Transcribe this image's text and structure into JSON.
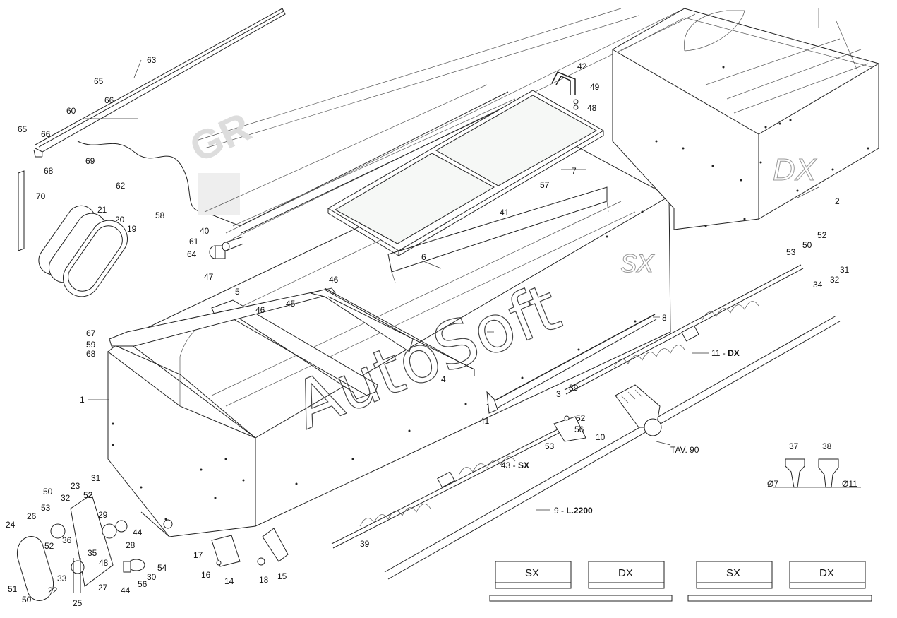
{
  "watermark": {
    "brand": "AutoSoft",
    "suffix": "sx",
    "hopper_mark": "DX",
    "cover_logo": "GR"
  },
  "callouts": {
    "n1": "1",
    "n2": "2",
    "n3": "3",
    "n4": "4",
    "n5": "5",
    "n6": "6",
    "n7": "7",
    "n8": "8",
    "n9_num": "9 - ",
    "n9_len": "L.2200",
    "n10": "10",
    "n11_num": "11 - ",
    "n11_side": "DX",
    "n14": "14",
    "n15": "15",
    "n16": "16",
    "n17": "17",
    "n18": "18",
    "n19": "19",
    "n20": "20",
    "n21": "21",
    "n22": "22",
    "n23": "23",
    "n24": "24",
    "n25": "25",
    "n26": "26",
    "n27": "27",
    "n28": "28",
    "n29": "29",
    "n30": "30",
    "n31a": "31",
    "n31b": "31",
    "n32a": "32",
    "n32b": "32",
    "n33": "33",
    "n34": "34",
    "n35": "35",
    "n36": "36",
    "n37": "37",
    "n38": "38",
    "n39a": "39",
    "n39b": "39",
    "n40": "40",
    "n41a": "41",
    "n41b": "41",
    "n42": "42",
    "n43_num": "43 - ",
    "n43_side": "SX",
    "n44a": "44",
    "n44b": "44",
    "n45": "45",
    "n46a": "46",
    "n46b": "46",
    "n47": "47",
    "n48a": "48",
    "n48b": "48",
    "n49": "49",
    "n50a": "50",
    "n50b": "50",
    "n50c": "50",
    "n51": "51",
    "n52a": "52",
    "n52b": "52",
    "n52c": "52",
    "n52d": "52",
    "n53a": "53",
    "n53b": "53",
    "n53c": "53",
    "n54": "54",
    "n56a": "56",
    "n56b": "56",
    "n57": "57",
    "n58": "58",
    "n59": "59",
    "n60": "60",
    "n61": "61",
    "n62": "62",
    "n63": "63",
    "n64": "64",
    "n65a": "65",
    "n65b": "65",
    "n66a": "66",
    "n66b": "66",
    "n67": "67",
    "n68a": "68",
    "n68b": "68",
    "n69": "69",
    "n70": "70",
    "tav90": "TAV. 90",
    "dia7": "Ø7",
    "dia11": "Ø11"
  },
  "legend": {
    "sx1": "SX",
    "dx1": "DX",
    "sx2": "SX",
    "dx2": "DX"
  }
}
